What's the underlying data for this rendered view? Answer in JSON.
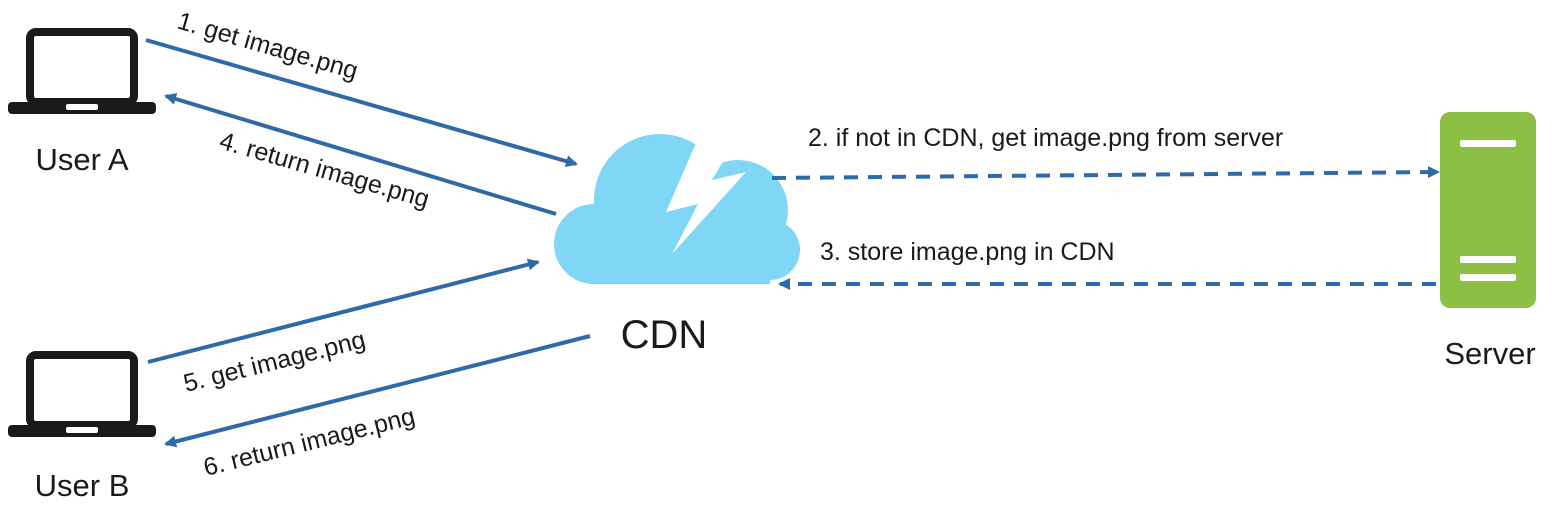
{
  "nodes": {
    "user_a": {
      "label": "User A",
      "icon": "laptop-icon"
    },
    "user_b": {
      "label": "User B",
      "icon": "laptop-icon"
    },
    "cdn": {
      "label": "CDN",
      "icon": "cloud-lightning-icon"
    },
    "server": {
      "label": "Server",
      "icon": "server-icon"
    }
  },
  "edges": [
    {
      "step": 1,
      "label": "1. get image.png",
      "from": "User A",
      "to": "CDN",
      "style": "solid"
    },
    {
      "step": 2,
      "label": "2. if not in CDN, get image.png from server",
      "from": "CDN",
      "to": "Server",
      "style": "dashed"
    },
    {
      "step": 3,
      "label": "3. store image.png in CDN",
      "from": "Server",
      "to": "CDN",
      "style": "dashed"
    },
    {
      "step": 4,
      "label": "4. return image.png",
      "from": "CDN",
      "to": "User A",
      "style": "solid"
    },
    {
      "step": 5,
      "label": "5. get image.png",
      "from": "User B",
      "to": "CDN",
      "style": "solid"
    },
    {
      "step": 6,
      "label": "6. return image.png",
      "from": "CDN",
      "to": "User B",
      "style": "solid"
    }
  ],
  "colors": {
    "arrow": "#2e6aa8",
    "cloud": "#7fd6f5",
    "server": "#8dbf45",
    "laptop": "#1a1a1a"
  }
}
